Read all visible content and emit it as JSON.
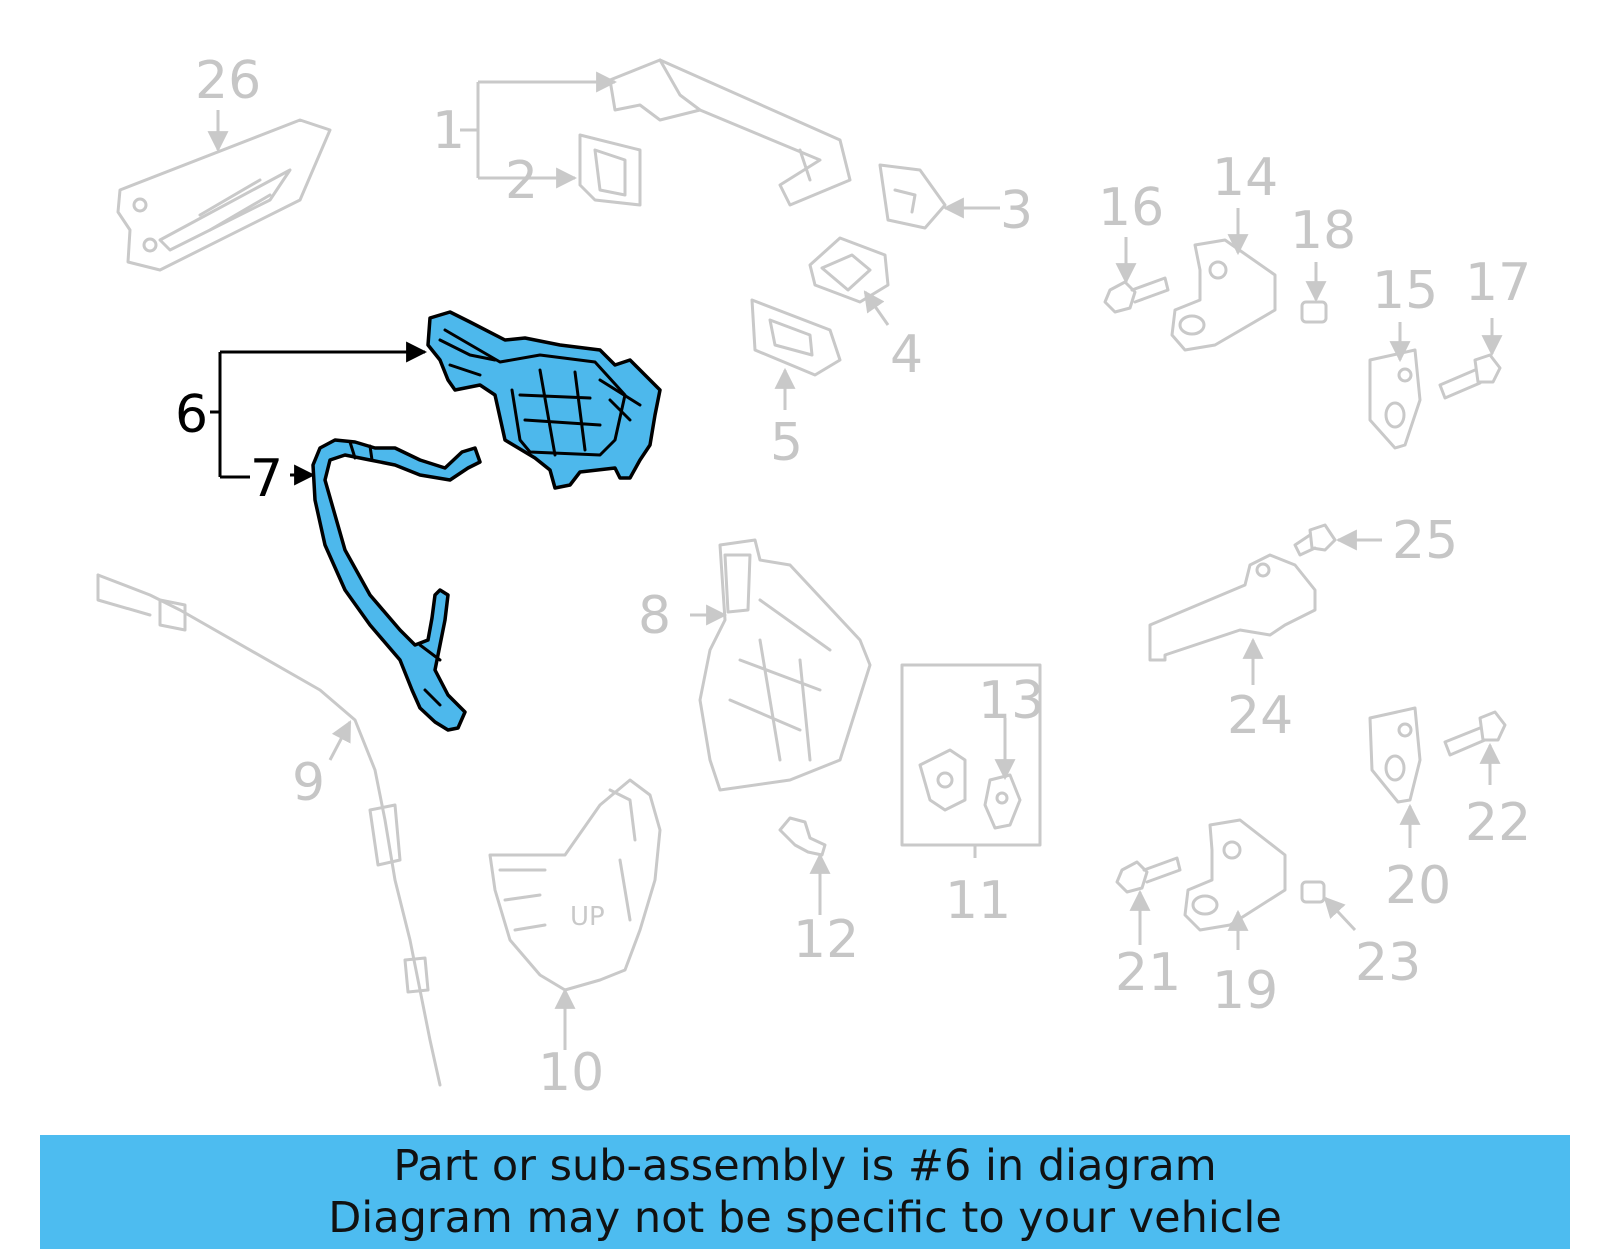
{
  "diagram": {
    "highlight_color": "#4db8ec",
    "callouts": [
      {
        "id": "1",
        "label": "1"
      },
      {
        "id": "2",
        "label": "2"
      },
      {
        "id": "3",
        "label": "3"
      },
      {
        "id": "4",
        "label": "4"
      },
      {
        "id": "5",
        "label": "5"
      },
      {
        "id": "6",
        "label": "6",
        "highlighted": true
      },
      {
        "id": "7",
        "label": "7",
        "highlighted": true
      },
      {
        "id": "8",
        "label": "8"
      },
      {
        "id": "9",
        "label": "9"
      },
      {
        "id": "10",
        "label": "10"
      },
      {
        "id": "11",
        "label": "11"
      },
      {
        "id": "12",
        "label": "12"
      },
      {
        "id": "13",
        "label": "13"
      },
      {
        "id": "14",
        "label": "14"
      },
      {
        "id": "15",
        "label": "15"
      },
      {
        "id": "16",
        "label": "16"
      },
      {
        "id": "17",
        "label": "17"
      },
      {
        "id": "18",
        "label": "18"
      },
      {
        "id": "19",
        "label": "19"
      },
      {
        "id": "20",
        "label": "20"
      },
      {
        "id": "21",
        "label": "21"
      },
      {
        "id": "22",
        "label": "22"
      },
      {
        "id": "23",
        "label": "23"
      },
      {
        "id": "24",
        "label": "24"
      },
      {
        "id": "25",
        "label": "25"
      },
      {
        "id": "26",
        "label": "26"
      }
    ],
    "embossed_text": "UP"
  },
  "banner": {
    "line1": "Part or sub-assembly is #6 in diagram",
    "line2": "Diagram may not be specific to your vehicle",
    "background": "#4dbcf0"
  }
}
